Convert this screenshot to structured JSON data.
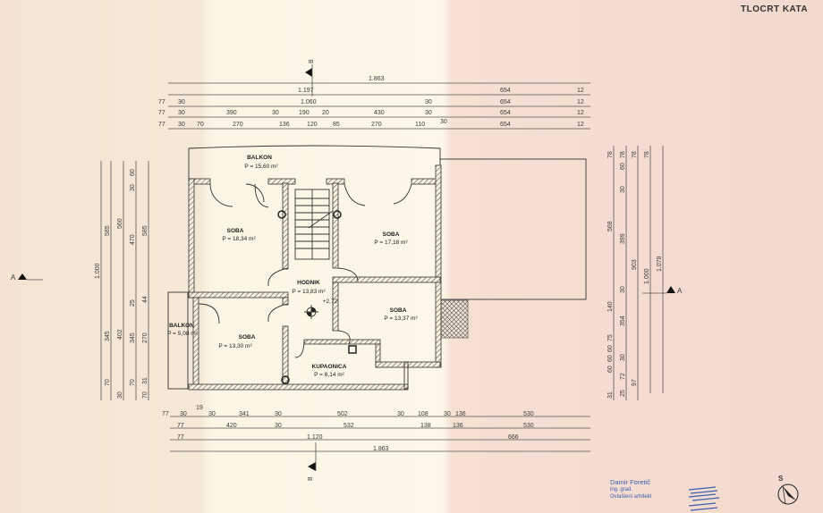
{
  "title": "TLOCRT KATA",
  "rooms": [
    {
      "name": "BALKON",
      "area": "P = 15,60 m²"
    },
    {
      "name": "SOBA",
      "area": "P = 18,34 m²"
    },
    {
      "name": "SOBA",
      "area": "P = 17,18 m²"
    },
    {
      "name": "HODNIK",
      "area": "P = 13,83 m²"
    },
    {
      "name": "SOBA",
      "area": "P = 13,37 m²"
    },
    {
      "name": "SOBA",
      "area": "P = 13,30 m²"
    },
    {
      "name": "BALKON",
      "area": "P = 5,08 m²"
    },
    {
      "name": "KUPAONICA",
      "area": "P = 8,14 m²"
    }
  ],
  "level": "+2,72",
  "section_markers": {
    "a": "A",
    "b": "B"
  },
  "dims_top": [
    [
      "1.863"
    ],
    [
      "1.197",
      "654",
      "12"
    ],
    [
      "77",
      "30",
      "1.060",
      "30",
      "654",
      "12"
    ],
    [
      "77",
      "30",
      "390",
      "30",
      "190",
      "20",
      "430",
      "30",
      "654",
      "12"
    ],
    [
      "77",
      "30",
      "70",
      "270",
      "136",
      "120",
      "85",
      "270",
      "110",
      "30",
      "654",
      "12"
    ]
  ],
  "dims_bottom": [
    [
      "77",
      "30",
      "19",
      "30",
      "341",
      "30",
      "502",
      "30",
      "108",
      "30",
      "136",
      "530"
    ],
    [
      "77",
      "420",
      "30",
      "532",
      "138",
      "136",
      "530"
    ],
    [
      "77",
      "1.120",
      "666"
    ],
    [
      "1.863"
    ]
  ],
  "dims_left": [
    [
      "1.000"
    ],
    [
      "585",
      "345",
      "70"
    ],
    [
      "560",
      "402",
      "30"
    ],
    [
      "30",
      "60",
      "470",
      "25",
      "345",
      "70"
    ],
    [
      "585",
      "44",
      "270",
      "31",
      "70"
    ]
  ],
  "dims_right": [
    [
      "78",
      "568",
      "140",
      "75",
      "60",
      "60",
      "60",
      "31"
    ],
    [
      "78",
      "60",
      "30",
      "399",
      "30",
      "354",
      "30",
      "72",
      "25"
    ],
    [
      "78",
      "903",
      "97"
    ],
    [
      "78",
      "1.000"
    ],
    [
      "1.078"
    ]
  ],
  "stamp": {
    "name": "Damir Foretič",
    "title": "ing. grad.",
    "role": "Ovlašteni arhitekt"
  },
  "compass_label": "S",
  "colors": {
    "stamp": "#3a5fb0",
    "lines": "#333333"
  }
}
